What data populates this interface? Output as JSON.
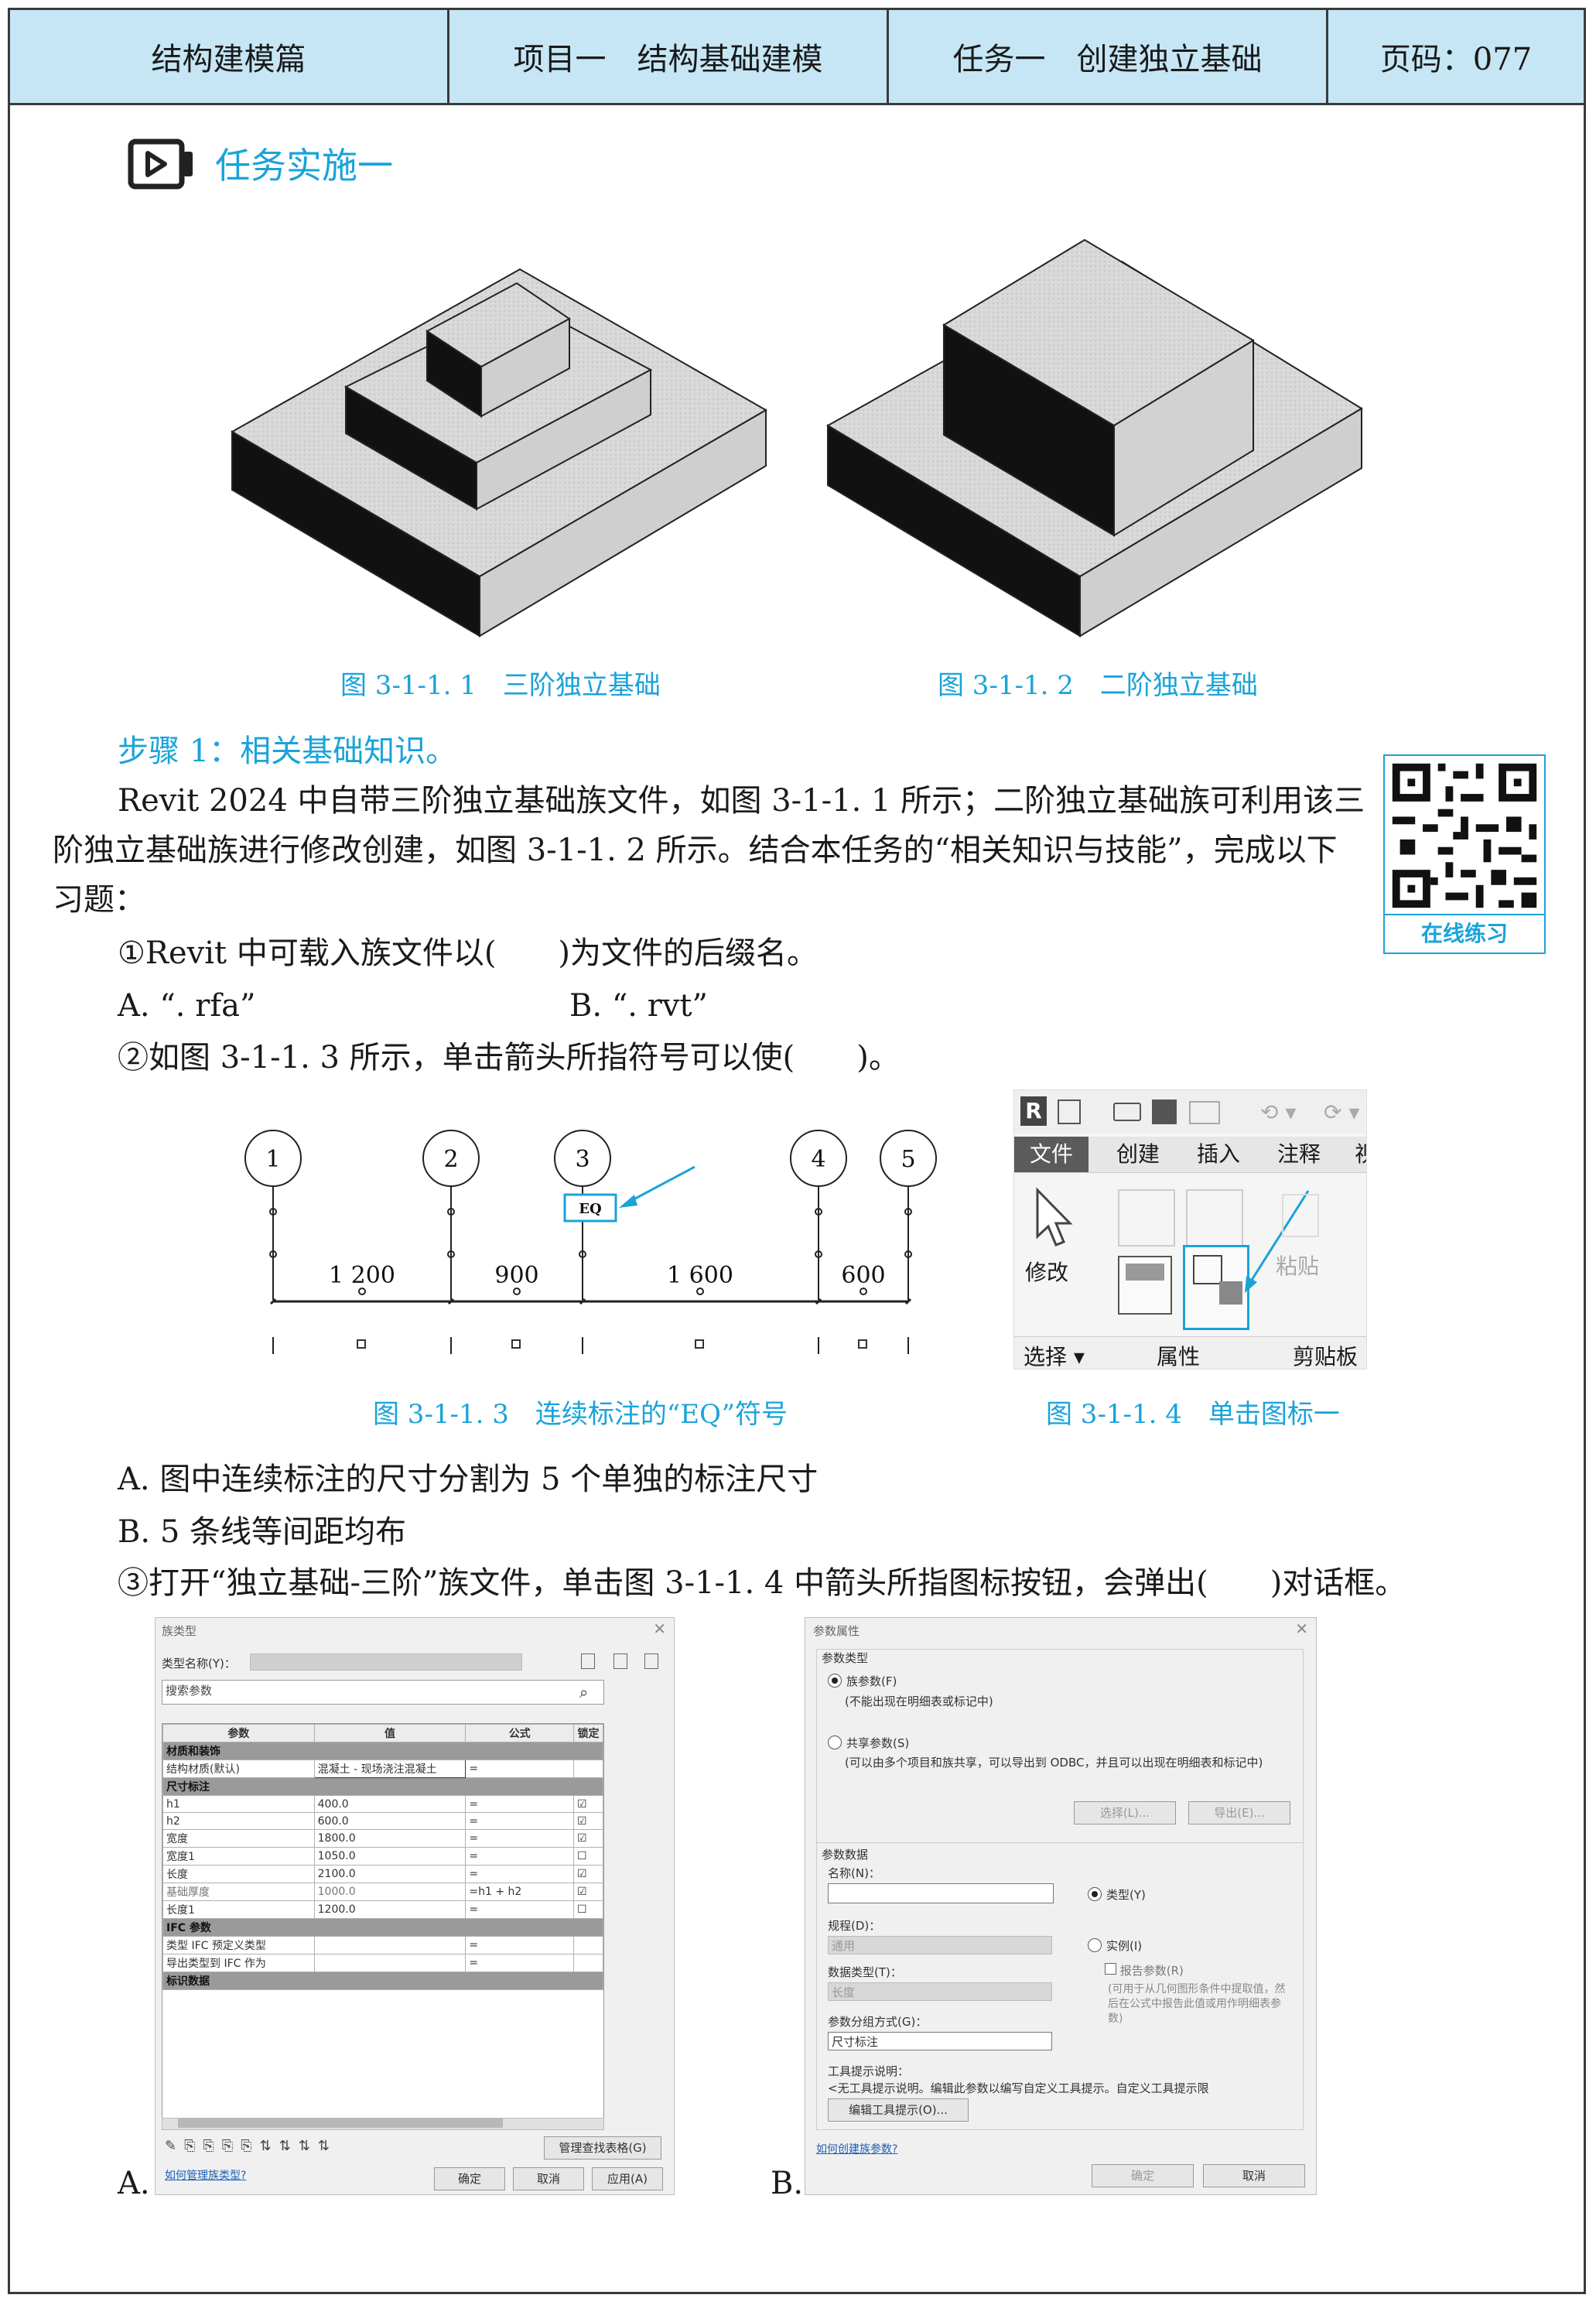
{
  "header": {
    "cells": [
      "结构建模篇",
      "项目一　结构基础建模",
      "任务一　创建独立基础",
      "页码：077"
    ]
  },
  "section_title": "任务实施一",
  "figures": {
    "fig1_caption": "图 3-1-1. 1　三阶独立基础",
    "fig2_caption": "图 3-1-1. 2　二阶独立基础",
    "fig3_caption": "图 3-1-1. 3　连续标注的“EQ”符号",
    "fig4_caption": "图 3-1-1. 4　单击图标一"
  },
  "step1": "步骤 1：相关基础知识。",
  "body": {
    "p1": "Revit 2024 中自带三阶独立基础族文件，如图 3-1-1. 1 所示；二阶独立基础族可利用该三阶独立基础族进行修改创建，如图 3-1-1. 2 所示。结合本任务的“相关知识与技能”，完成以下习题：",
    "q1": "①Revit 中可载入族文件以(　　)为文件的后缀名。",
    "q1_a": "A. “. rfa”",
    "q1_b": "B. “. rvt”",
    "q2": "②如图 3-1-1. 3 所示，单击箭头所指符号可以使(　　)。",
    "q2_a": "A. 图中连续标注的尺寸分割为 5 个单独的标注尺寸",
    "q2_b": "B. 5 条线等间距均布",
    "q3": "③打开“独立基础-三阶”族文件，单击图 3-1-1. 4 中箭头所指图标按钮，会弹出(　　)对话框。",
    "q3_a": "A.",
    "q3_b": "B."
  },
  "qr_label": "在线练习",
  "dim": {
    "grids": [
      "1",
      "2",
      "3",
      "4",
      "5"
    ],
    "dims": [
      "1 200",
      "900",
      "1 600",
      "600"
    ],
    "eq": "EQ"
  },
  "ribbon": {
    "logo": "R",
    "tabs": [
      "文件",
      "创建",
      "插入",
      "注释",
      "视"
    ],
    "modify": "修改",
    "paste": "粘贴",
    "panels": [
      "选择 ▾",
      "属性",
      "剪贴板"
    ]
  },
  "dlgA": {
    "title": "族类型",
    "type_name_label": "类型名称(Y)：",
    "search_placeholder": "搜索参数",
    "cols": [
      "参数",
      "值",
      "公式",
      "锁定"
    ],
    "groups": {
      "g1": "材质和装饰",
      "g2": "尺寸标注",
      "g3": "IFC 参数",
      "g4": "标识数据"
    },
    "rows_material": [
      {
        "p": "结构材质(默认)",
        "v": "混凝土 - 现场浇注混凝土",
        "f": "="
      }
    ],
    "rows_dim": [
      {
        "p": "h1",
        "v": "400.0",
        "f": "=",
        "l": "☑"
      },
      {
        "p": "h2",
        "v": "600.0",
        "f": "=",
        "l": "☑"
      },
      {
        "p": "宽度",
        "v": "1800.0",
        "f": "=",
        "l": "☑"
      },
      {
        "p": "宽度1",
        "v": "1050.0",
        "f": "=",
        "l": "☐"
      },
      {
        "p": "长度",
        "v": "2100.0",
        "f": "=",
        "l": "☑"
      },
      {
        "p": "基础厚度",
        "v": "1000.0",
        "f": "=h1 + h2",
        "l": "☑"
      },
      {
        "p": "长度1",
        "v": "1200.0",
        "f": "=",
        "l": "☐"
      }
    ],
    "rows_ifc": [
      {
        "p": "类型 IFC 预定义类型",
        "v": "",
        "f": "="
      },
      {
        "p": "导出类型到 IFC 作为",
        "v": "",
        "f": "="
      }
    ],
    "manage_btn": "管理查找表格(G)",
    "help_link": "如何管理族类型?",
    "ok": "确定",
    "cancel": "取消",
    "apply": "应用(A)"
  },
  "dlgB": {
    "title": "参数属性",
    "param_type": "参数类型",
    "family_param": "族参数(F)",
    "family_note": "(不能出现在明细表或标记中)",
    "shared_param": "共享参数(S)",
    "shared_note": "(可以由多个项目和族共享，可以导出到 ODBC，并且可以出现在明细表和标记中)",
    "select_btn": "选择(L)...",
    "export_btn": "导出(E)...",
    "param_data": "参数数据",
    "name_label": "名称(N)：",
    "type_radio": "类型(Y)",
    "discipline_label": "规程(D)：",
    "discipline_val": "通用",
    "instance_radio": "实例(I)",
    "datatype_label": "数据类型(T)：",
    "datatype_val": "长度",
    "report_param": "报告参数(R)",
    "report_note": "(可用于从几何图形条件中提取值，然后在公式中报告此值或用作明细表参数)",
    "group_label": "参数分组方式(G)：",
    "group_val": "尺寸标注",
    "tooltip_label": "工具提示说明：",
    "tooltip_val": "<无工具提示说明。编辑此参数以编写自定义工具提示。自定义工具提示限",
    "edit_tooltip": "编辑工具提示(O)...",
    "help_link": "如何创建族参数?",
    "ok": "确定",
    "cancel": "取消"
  }
}
